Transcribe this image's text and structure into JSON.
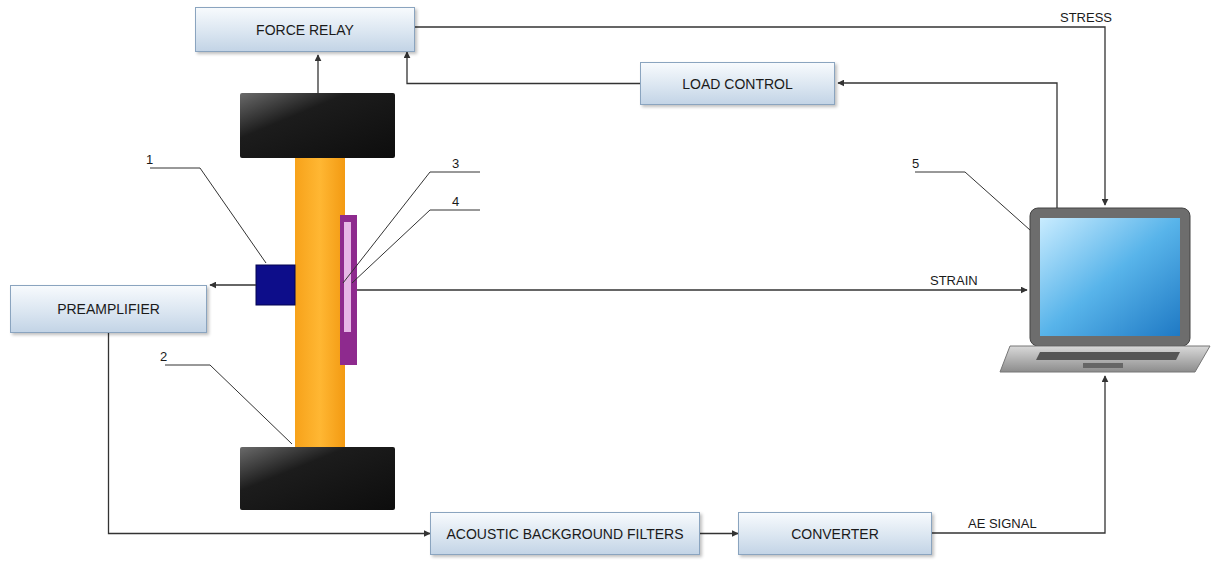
{
  "diagram": {
    "nodes": [
      {
        "text": [
          "FORCE RELAY"
        ]
      },
      {
        "text": [
          "LOAD CONTROL"
        ]
      },
      {
        "text": [
          "PREAMPLIFIER"
        ]
      },
      {
        "text": [
          "ACOUSTIC BACKGROUND FILTERS"
        ]
      },
      {
        "text": [
          "CONVERTER"
        ]
      }
    ],
    "edges": [
      {
        "from": 1,
        "to": 0,
        "arrow": "to"
      },
      {
        "from": 2,
        "to": 3,
        "arrow": "to"
      },
      {
        "from": 3,
        "to": 4,
        "arrow": "to"
      }
    ],
    "labels": [
      "1",
      "2",
      "3",
      "4",
      "5",
      "STRESS",
      "STRAIN",
      "AE SIGNAL"
    ]
  }
}
